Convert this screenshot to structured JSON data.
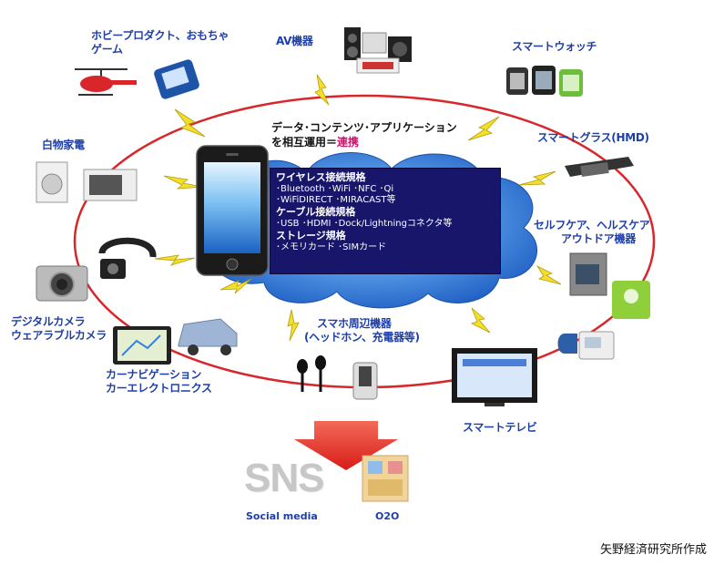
{
  "center": {
    "line1": "データ･コンテンツ･アプリケーション",
    "line2_prefix": "を相互運用＝",
    "line2_highlight": "連携"
  },
  "panel": {
    "wireless_heading": "ワイヤレス接続規格",
    "wireless_line1": "･Bluetooth ･WiFi ･NFC ･Qi",
    "wireless_line2": "･WiFiDIRECT ･MIRACAST等",
    "cable_heading": "ケーブル接続規格",
    "cable_line1": "･USB ･HDMI ･Dock/Lightningコネクタ等",
    "storage_heading": "ストレージ規格",
    "storage_line1": "･メモリカード ･SIMカード"
  },
  "labels": {
    "hobby_line1": "ホビープロダクト、おもちゃ",
    "hobby_line2": "ゲーム",
    "av": "AV機器",
    "smartwatch": "スマートウォッチ",
    "white_goods": "白物家電",
    "smartglass": "スマートグラス(HMD)",
    "selfcare_line1": "セルフケア、ヘルスケア",
    "selfcare_line2": "アウトドア機器",
    "camera_line1": "デジタルカメラ",
    "camera_line2": "ウェアラブルカメラ",
    "peripheral_line1": "スマホ周辺機器",
    "peripheral_line2": "(ヘッドホン、充電器等)",
    "carnavi_line1": "カーナビゲーション",
    "carnavi_line2": "カーエレクトロニクス",
    "smarttv": "スマートテレビ"
  },
  "bottom": {
    "sns_logo": "SNS",
    "social_media": "Social media",
    "o2o": "O2O"
  },
  "credit": "矢野経済研究所作成",
  "colors": {
    "ring": "#d9262b",
    "label": "#1f3fa8",
    "panel": "#17166b",
    "bolt": "#f3df2a",
    "cloud": "#2f6fd0",
    "arrow": "#e8241f",
    "highlight": "#c8176b"
  }
}
